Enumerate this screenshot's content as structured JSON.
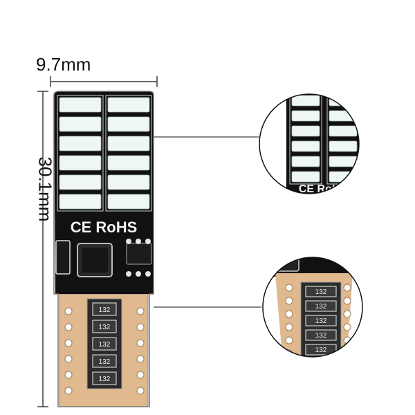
{
  "dimensions": {
    "width_label": "9.7mm",
    "height_label": "30.1mm"
  },
  "board": {
    "certification_mark": "CE RoHS",
    "led_rows": 6,
    "led_columns": 2,
    "resistor_code": "132",
    "resistor_count": 5,
    "colors": {
      "pcb": "#111111",
      "led": "#eef7f5",
      "contacts": "#e0b98f",
      "outline": "#777777"
    }
  },
  "zoom_views": {
    "top_detail": "led-array-and-rohs-mark",
    "bottom_detail": "resistor-stack"
  }
}
